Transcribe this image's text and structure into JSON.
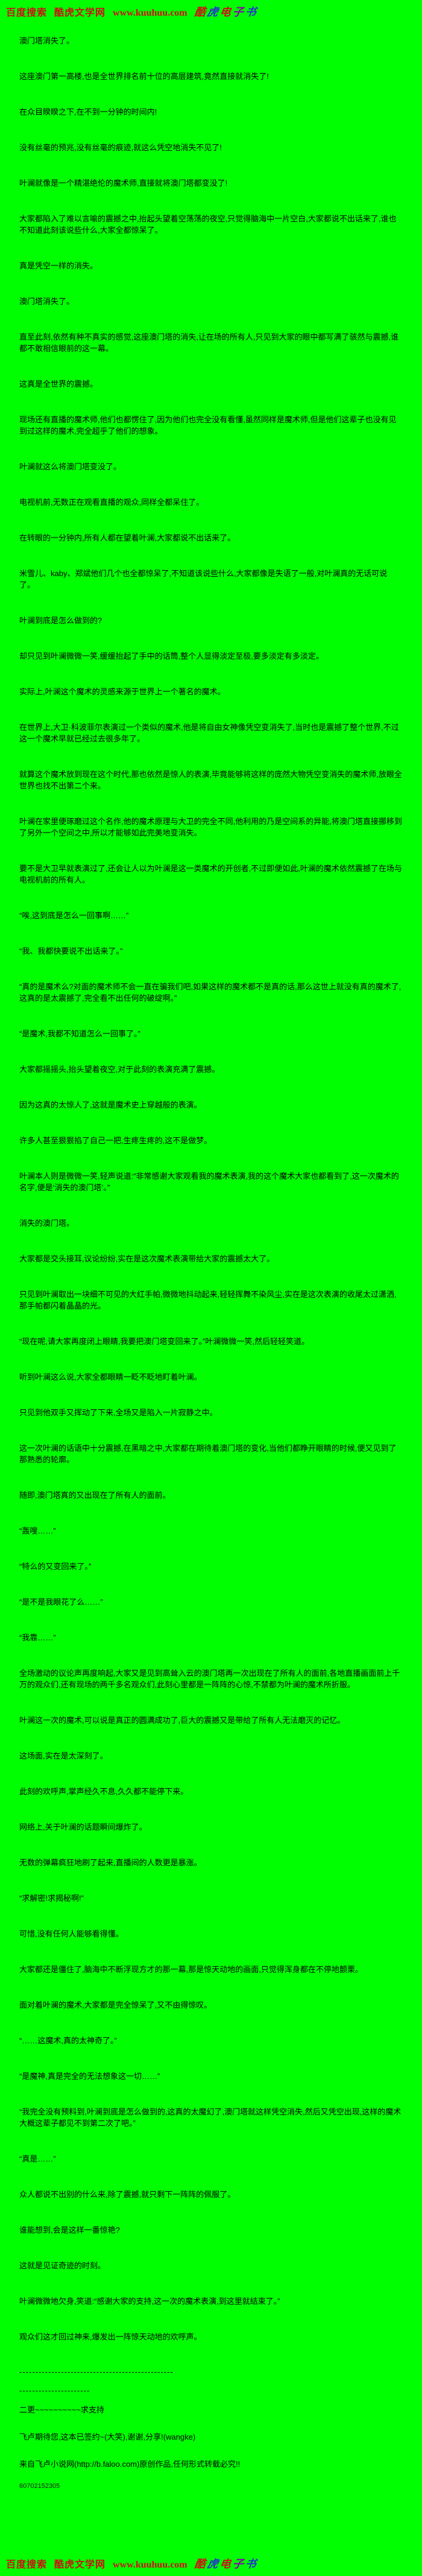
{
  "page": {
    "background": "#00ff00",
    "text_color": "#000000",
    "banner_color": "#cc1111"
  },
  "banner": {
    "prefix": "百度搜索",
    "site_name": "酷虎文学网",
    "site_url": "www.kuuhuu.com",
    "decor_text": "酷虎电子书",
    "decor_colors": [
      "#cc1111",
      "#2233cc",
      "#cc1111",
      "#8800aa",
      "#2233cc"
    ]
  },
  "content": {
    "paragraphs": [
      "澳门塔消失了。",
      "这座澳门第一高楼,也是全世界排名前十位的高层建筑,竟然直接就消失了!",
      "在众目睽睽之下,在不到一分钟的时间内!",
      "没有丝毫的预兆,没有丝毫的痕迹,就这么凭空地消失不见了!",
      "叶澜就像是一个精湛绝伦的魔术师,直接就将澳门塔都变没了!",
      "大家都陷入了难以言喻的震撼之中,抬起头望着空荡荡的夜空,只觉得脑海中一片空白,大家都说不出话来了,谁也不知道此刻该说些什么,大家全都惊呆了。",
      "真是凭空一样的消失。",
      "澳门塔消失了。",
      "直至此刻,依然有种不真实的感觉,这座澳门塔的消失,让在场的所有人,只见到大家的眼中都写满了骇然与震撼,谁都不敢相信眼前的这一幕。",
      "这真是全世界的震撼。",
      "现场还有直播的魔术师,他们也都愣住了,因为他们也完全没有看懂,虽然同样是魔术师,但是他们这辈子也没有见到过这样的魔术,完全超乎了他们的想象。",
      "叶澜就这么将澳门塔变没了。",
      "电视机前,无数正在观看直播的观众,同样全都呆住了。",
      "在转眼的一分钟内,所有人都在望着叶澜,大家都说不出话来了。",
      "米雪儿、kaby、郑斌他们几个也全都惊呆了,不知道该说些什么,大家都像是失语了一般,对叶澜真的无话可说了。",
      "叶澜到底是怎么做到的?",
      "却只见到叶澜微微一笑,缓缓抬起了手中的话筒,整个人显得淡定至极,要多淡定有多淡定。",
      "实际上,叶澜这个魔术的灵感来源于世界上一个著名的魔术。",
      "在世界上,大卫·科波菲尔表演过一个类似的魔术,他是将自由女神像凭空变消失了,当时也是震撼了整个世界,不过这一个魔术早就已经过去很多年了。",
      "就算这个魔术放到现在这个时代,那也依然是惊人的表演,毕竟能够将这样的庞然大物凭空变消失的魔术师,放眼全世界也找不出第二个来。",
      "叶澜在家里便琢磨过这个名作,他的魔术原理与大卫的完全不同,他利用的乃是空间系的异能,将澳门塔直接挪移到了另外一个空间之中,所以才能够如此完美地变消失。",
      "要不是大卫早就表演过了,还会让人以为叶澜是这一类魔术的开创者,不过即便如此,叶澜的魔术依然震撼了在场与电视机前的所有人。",
      "“唉,这到底是怎么一回事啊……”",
      "“我、我都快要说不出话来了。”",
      "“真的是魔术么?对面的魔术师不会一直在骗我们吧,如果这样的魔术都不是真的话,那么这世上就没有真的魔术了,这真的是太震撼了,完全看不出任何的破绽啊。”",
      "“是魔术,我都不知道怎么一回事了。”",
      "大家都摇摇头,抬头望着夜空,对于此刻的表演充满了震撼。",
      "因为这真的太惊人了,这就是魔术史上穿越般的表演。",
      "许多人甚至狠狠掐了自己一把,生疼生疼的,这不是做梦。",
      "叶澜本人则是微微一笑,轻声说道:“非常感谢大家观看我的魔术表演,我的这个魔术大家也都看到了,这一次魔术的名字,便是‘消失的澳门塔’。”",
      "消失的澳门塔。",
      "大家都是交头接耳,议论纷纷,实在是这次魔术表演带给大家的震撼太大了。",
      "只见到叶澜取出一块细不可见的大红手帕,微微地抖动起来,轻轻挥舞不染风尘,实在是这次表演的收尾太过潇洒,那手帕都闪着晶晶的光。",
      "“现在呢,请大家再度闭上眼睛,我要把澳门塔变回来了。”叶澜微微一笑,然后轻轻笑道。",
      "听到叶澜这么说,大家全都眼睛一眨不眨地盯着叶澜。",
      "只见到他双手又挥动了下来,全场又是陷入一片寂静之中。",
      "这一次叶澜的话语中十分震撼,在黑暗之中,大家都在期待着澳门塔的变化,当他们都睁开眼睛的时候,便又见到了那熟悉的轮廓。",
      "随即,澳门塔真的又出现在了所有人的面前。",
      "“轰嗖……”",
      "“特么的又变回来了。”",
      "“是不是我眼花了么……”",
      "“我靠……”",
      "全场激动的议论声再度响起,大家又是见到高耸入云的澳门塔再一次出现在了所有人的面前,各地直播画面前上千万的观众们,还有现场的两千多名观众们,此刻心里都是一阵阵的心惊,不禁都为叶澜的魔术所折服。",
      "叶澜这一次的魔术,可以说是真正的圆满成功了,巨大的震撼又是带给了所有人无法磨灭的记忆。",
      "这场面,实在是太深刻了。",
      "此刻的欢呼声,掌声经久不息,久久都不能停下来。",
      "网络上,关于叶澜的话题瞬间爆炸了。",
      "无数的弹幕疯狂地刷了起来,直播间的人数更是暴涨。",
      "“求解密!求揭秘啊!”",
      "可惜,没有任何人能够看得懂。",
      "大家都还是僵住了,脑海中不断浮现方才的那一幕,那是惊天动地的画面,只觉得浑身都在不停地颤栗。",
      "面对着叶澜的魔术,大家都是完全惊呆了,又不由得惊叹。",
      "“……这魔术,真的太神奇了。”",
      "“是魔神,真是完全的无法想象这一切……”",
      "“我完全没有预料到,叶澜到底是怎么做到的,这真的太魔幻了,澳门塔就这样凭空消失,然后又凭空出现,这样的魔术大概这辈子都见不到第二次了吧。”",
      "“真是……”",
      "众人都说不出别的什么来,除了震撼,就只剩下一阵阵的佩服了。",
      "谁能想到,会是这样一番惊艳?",
      "这就是见证奇迹的时刻。",
      "叶澜微微地欠身,笑道:“感谢大家的支持,这一次的魔术表演,到这里就结束了。”",
      "观众们这才回过神来,爆发出一阵惊天动地的欢呼声。"
    ]
  },
  "endnotes": {
    "divider1": "------------------------------------------------",
    "divider2": "----------------------",
    "note_update": "二更~~~~~~~~~~求支持",
    "note_promo": "飞卢期待您,这本已签约~(大笑),谢谢,分享!(wangke)",
    "copyright": "来自飞卢小说网(http://b.faloo.com)原创作品,任何形式转载必究!!",
    "code": "60702152305"
  }
}
